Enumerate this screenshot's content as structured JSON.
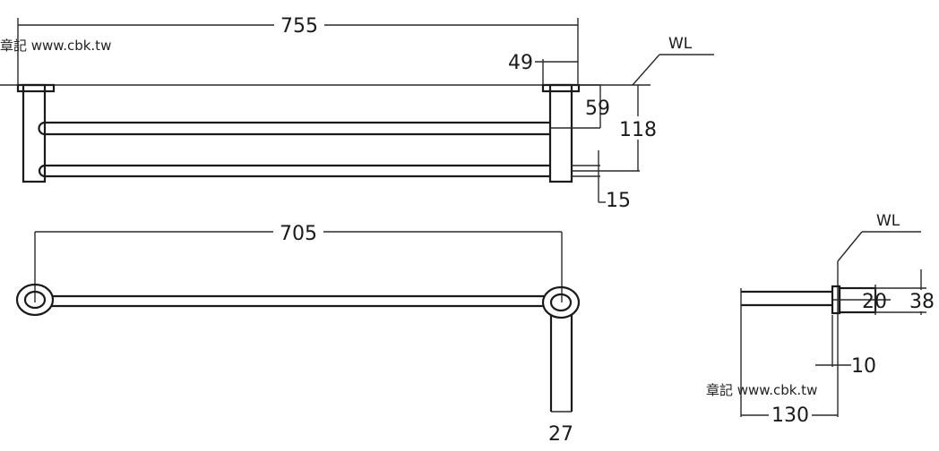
{
  "watermarks": {
    "top_left": "章記 www.cbk.tw",
    "bottom_right": "章記 www.cbk.tw"
  },
  "front_view": {
    "overall_width": "755",
    "bracket_depth": "49",
    "bar_spacing": "59",
    "total_height": "118",
    "bar_diameter": "15",
    "wall_line": "WL"
  },
  "top_view": {
    "inner_span": "705",
    "bracket_width": "27"
  },
  "side_view": {
    "wall_line": "WL",
    "flange_depth": "20",
    "bracket_height": "38",
    "plate_thickness": "10",
    "projection": "130"
  }
}
